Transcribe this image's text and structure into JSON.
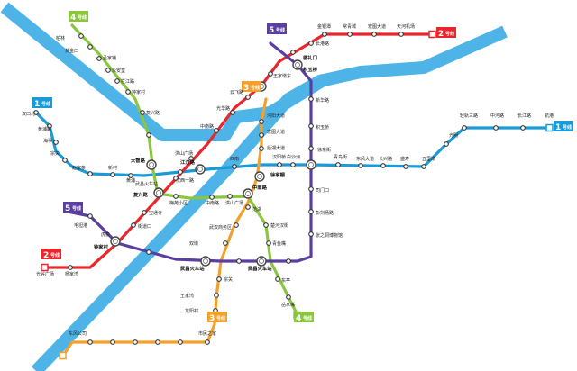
{
  "colors": {
    "line1": "#1a9ad6",
    "line2": "#e8262c",
    "line3": "#f2a12c",
    "line4": "#8cc63f",
    "line5": "#5a3fa0",
    "water": "#4eb4e8"
  },
  "badges": {
    "line1": {
      "num": "1",
      "text": "号线"
    },
    "line2": {
      "num": "2",
      "text": "号线"
    },
    "line3": {
      "num": "3",
      "text": "号线"
    },
    "line4": {
      "num": "4",
      "text": "号线"
    },
    "line5": {
      "num": "5",
      "text": "号线"
    }
  },
  "stations": {
    "line1_east": [
      "航港",
      "长江路",
      "中河路",
      "轻轨三路",
      "光明",
      "五里墩"
    ],
    "line1_mid": [
      "盛寿",
      "长兴路",
      "东风大道",
      "青岛街",
      "徐东街",
      "白沙洲",
      "汉阳桥",
      "西南"
    ],
    "line1_west": [
      "汉口北",
      "黄浦路",
      "海事",
      "宗关",
      "赵家条",
      "新村",
      "黄浦",
      "汉西一路"
    ],
    "line2_north": [
      "天河机场",
      "宏图大道",
      "常青城",
      "金银潭",
      "长港路",
      "循礼门",
      "王家墩东",
      "云飞路",
      "光华路"
    ],
    "line2_south": [
      "中南路",
      "洪山广场",
      "宝通寺",
      "街道口",
      "虎泉",
      "杨家湾",
      "光谷广场"
    ],
    "line3": [
      "沌阳大道",
      "宏图大道",
      "后湖大道",
      "范湖",
      "武汉商务区",
      "双墩",
      "宗关",
      "王家湾",
      "龙阳村",
      "市民之家",
      "东风公司"
    ],
    "line4_north": [
      "柏林",
      "黄金口",
      "孟家铺",
      "永安堂",
      "拦江路",
      "钟家村",
      "复兴路"
    ],
    "line4_south": [
      "武昌火车站",
      "梅苑小区",
      "中南路",
      "洪山广场",
      "楚河汉街",
      "青鱼嘴",
      "东亭",
      "岳家嘴"
    ],
    "line5": [
      "新华路",
      "积玉桥",
      "司门口",
      "彭刘杨路",
      "张之洞博物馆",
      "武昌火车站",
      "毛坦港"
    ],
    "labels_misc": [
      "大智路",
      "江汉路",
      "积玉桥",
      "徐家棚",
      "复兴路",
      "中南路",
      "武昌火车站",
      "钟家村"
    ]
  }
}
